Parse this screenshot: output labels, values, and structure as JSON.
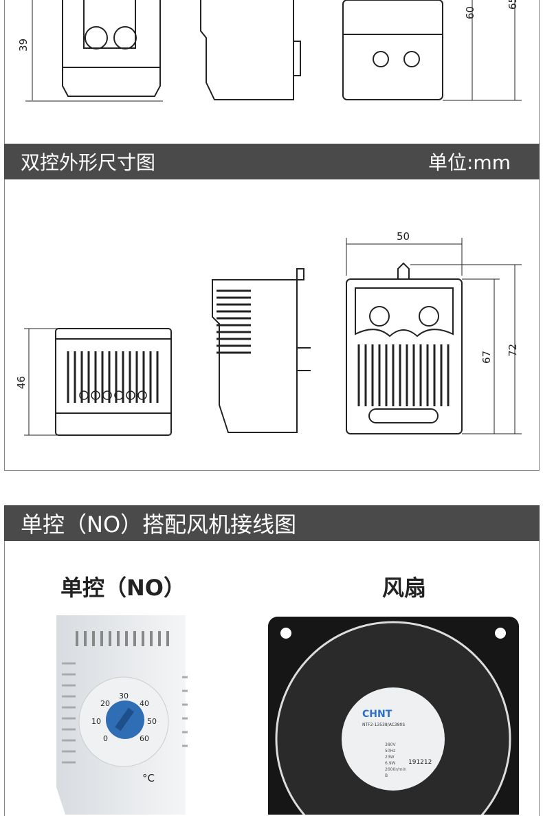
{
  "top_drawing": {
    "dims": [
      "39",
      "60",
      "65"
    ]
  },
  "dual_section": {
    "title": "双控外形尺寸图",
    "unit": "单位:mm",
    "dims": {
      "width": "50",
      "front_height": "46",
      "inner_height": "67",
      "outer_height": "72"
    }
  },
  "wiring_section": {
    "title": "单控（NO）搭配风机接线图"
  },
  "products": [
    {
      "label": "单控（NO）",
      "dial": [
        "0",
        "10",
        "20",
        "30",
        "40",
        "50",
        "60"
      ],
      "unit": "°C"
    },
    {
      "label": "风扇",
      "brand": "CHNT",
      "model": "NTF2-13538/AC380S",
      "specs": [
        "380V",
        "50Hz",
        "23W",
        "6.9W",
        "2600r/min",
        "B"
      ],
      "serial": "191212"
    }
  ]
}
